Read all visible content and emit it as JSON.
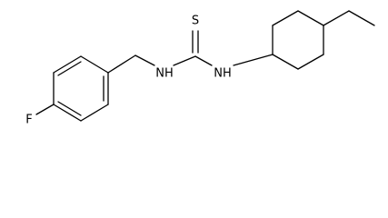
{
  "molecule": {
    "atoms": {
      "sulfur": "S",
      "nitrogen_left": "NH",
      "nitrogen_right": "NH",
      "fluorine": "F"
    }
  }
}
